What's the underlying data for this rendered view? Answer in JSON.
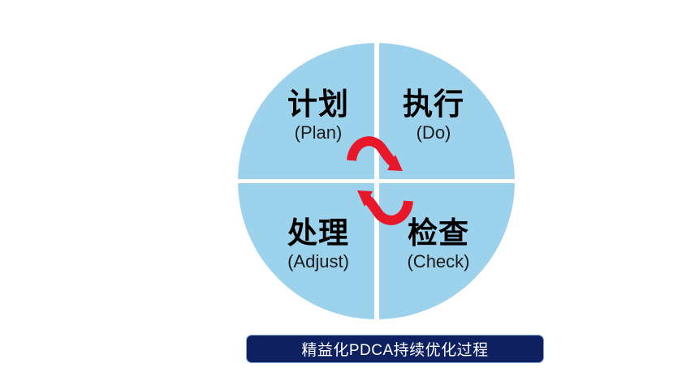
{
  "diagram": {
    "title_banner": {
      "text": "精益化PDCA持续优化过程"
    },
    "quadrants": [
      {
        "id": "plan",
        "cjk": "计划",
        "en": "(Plan)",
        "position": "top-left"
      },
      {
        "id": "do",
        "cjk": "执行",
        "en": "(Do)",
        "position": "top-right"
      },
      {
        "id": "adjust",
        "cjk": "处理",
        "en": "(Adjust)",
        "position": "bottom-left"
      },
      {
        "id": "check",
        "cjk": "检查",
        "en": "(Check)",
        "position": "bottom-right"
      }
    ],
    "arrows": [
      {
        "id": "arrow-top",
        "from": "plan",
        "to": "do",
        "direction": "right"
      },
      {
        "id": "arrow-bottom",
        "from": "check",
        "to": "adjust",
        "direction": "left"
      }
    ],
    "colors": {
      "circle_fill": "#9dd2ec",
      "divider": "#ffffff",
      "arrow": "#e8182a",
      "banner_fill": "#0e2060",
      "banner_border": "#7aa3d8",
      "banner_text": "#ffffff",
      "label_text": "#000000",
      "background": "#ffffff"
    }
  }
}
